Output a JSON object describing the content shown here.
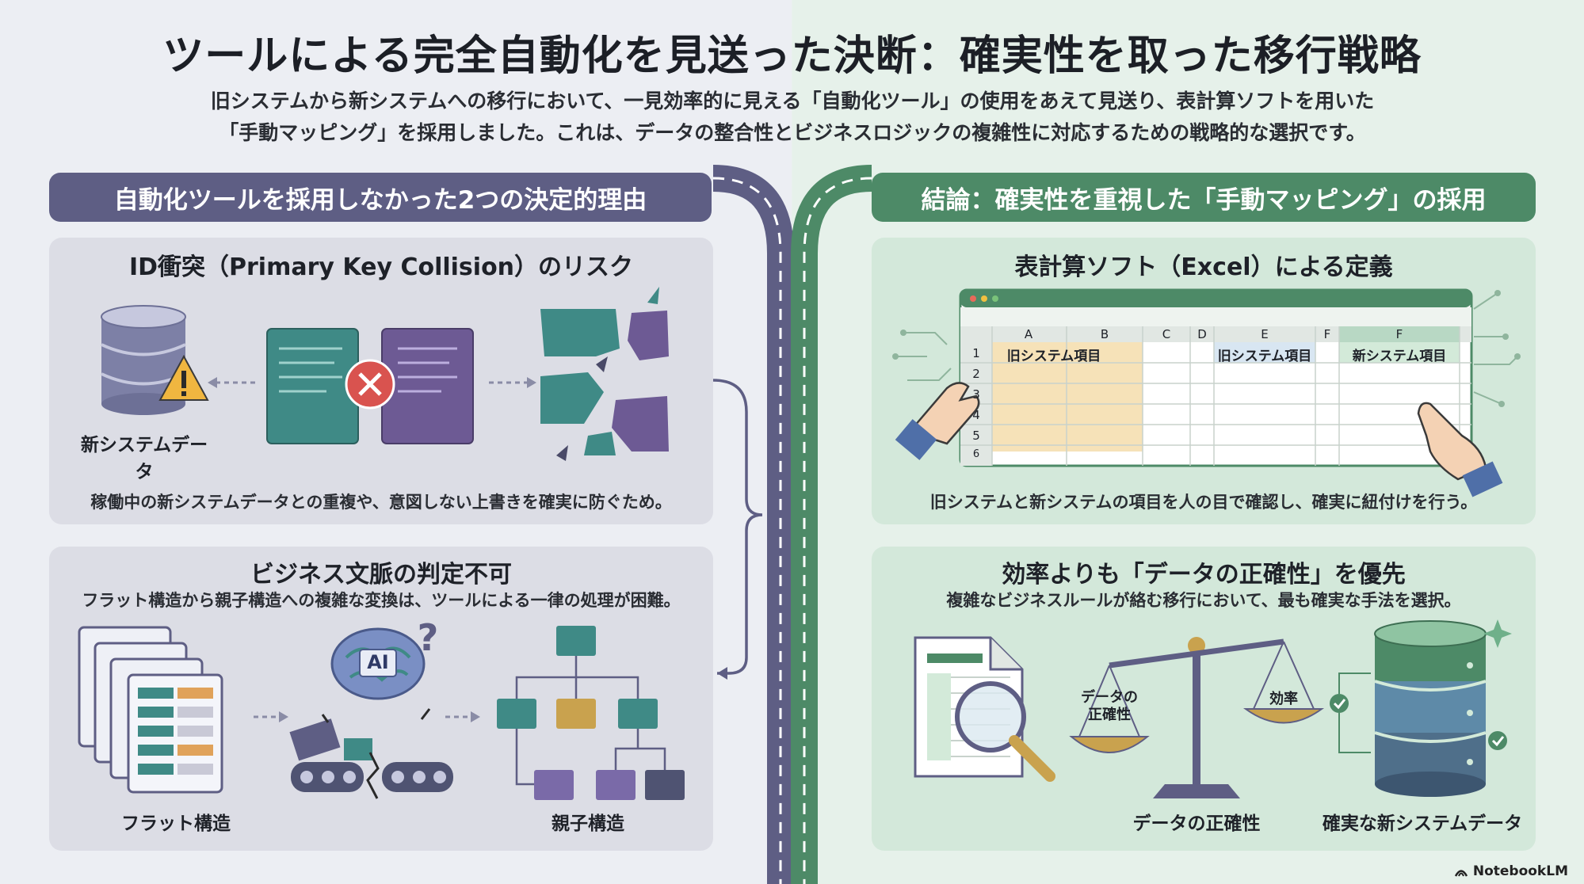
{
  "header": {
    "title": "ツールによる完全自動化を見送った決断：確実性を取った移行戦略",
    "subtitle_line1": "旧システムから新システムへの移行において、一見効率的に見える「自動化ツール」の使用をあえて見送り、表計算ソフトを用いた",
    "subtitle_line2": "「手動マッピング」を採用しました。これは、データの整合性とビジネスロジックの複雑性に対応するための戦略的な選択です。"
  },
  "left": {
    "banner": "自動化ツールを採用しなかった2つの決定的理由",
    "panel1": {
      "title": "ID衝突（Primary Key Collision）のリスク",
      "db_label": "新システムデータ",
      "caption": "稼働中の新システムデータとの重複や、意図しない上書きを確実に防ぐため。"
    },
    "panel2": {
      "title": "ビジネス文脈の判定不可",
      "caption": "フラット構造から親子構造への複雑な変換は、ツールによる一律の処理が困難。",
      "ai_text": "AI",
      "question_mark": "?",
      "flat_label": "フラット構造",
      "tree_label": "親子構造"
    }
  },
  "right": {
    "banner": "結論：確実性を重視した「手動マッピング」の採用",
    "panel1": {
      "title": "表計算ソフト（Excel）による定義",
      "columns": [
        "A",
        "B",
        "C",
        "D",
        "E",
        "F",
        "F"
      ],
      "rows": [
        "1",
        "2",
        "3",
        "4",
        "5",
        "6"
      ],
      "cell_old1": "旧システム項目",
      "cell_old2": "旧システム項目",
      "cell_new": "新システム項目",
      "caption": "旧システムと新システムの項目を人の目で確認し、確実に紐付けを行う。"
    },
    "panel2": {
      "title": "効率よりも「データの正確性」を優先",
      "caption": "複雑なビジネスルールが絡む移行において、最も確実な手法を選択。",
      "scale_left_line1": "データの",
      "scale_left_line2": "正確性",
      "scale_right": "効率",
      "scale_label": "データの正確性",
      "db_label": "確実な新システムデータ"
    }
  },
  "footer": {
    "brand": "NotebookLM"
  },
  "colors": {
    "left_banner": "#5e5e84",
    "right_banner": "#4d8a67",
    "teal": "#3f8a86",
    "purple": "#6d5a94",
    "alert_red": "#d9534f",
    "gold": "#c9a24e"
  }
}
